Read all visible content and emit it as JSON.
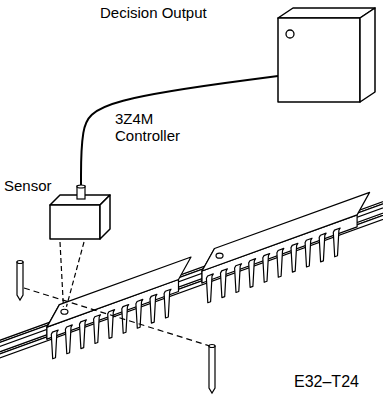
{
  "diagram": {
    "nodes": [
      {
        "text": [
          "Decision Output",
          "3Z4M Controller"
        ]
      },
      {
        "text": [
          "Sensor"
        ]
      }
    ],
    "edges": [
      {
        "from": 1,
        "to": 0,
        "arrow": "none"
      }
    ],
    "labels": [
      "E32–T24"
    ]
  }
}
